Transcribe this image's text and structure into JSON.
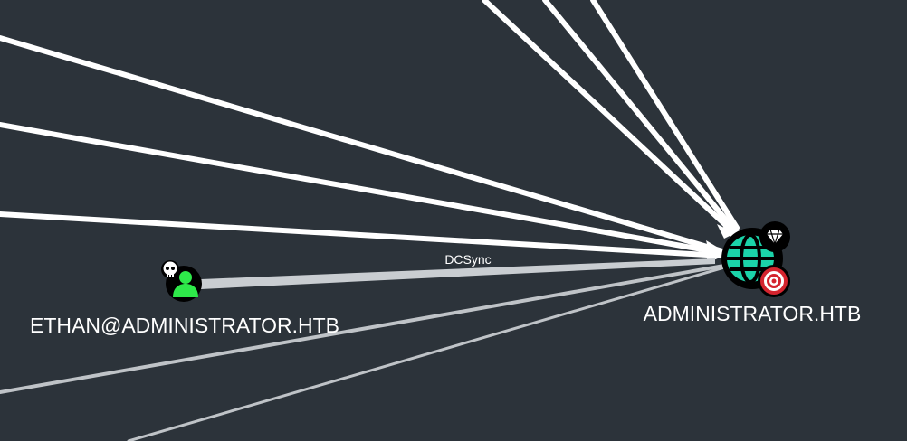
{
  "colors": {
    "background": "#2c333a",
    "edge_primary": "#ffffff",
    "edge_secondary": "#bfc3c7",
    "user_node": "#2ee94a",
    "domain_node": "#1bd3a9",
    "target_badge": "#d4242e",
    "owned_badge": "#ffffff"
  },
  "nodes": {
    "user": {
      "label": "ETHAN@ADMINISTRATOR.HTB",
      "icon": "user-icon",
      "badge": "skull-icon"
    },
    "domain": {
      "label": "ADMINISTRATOR.HTB",
      "icon": "globe-icon",
      "badges": [
        "diamond-icon",
        "target-icon"
      ]
    }
  },
  "edges": {
    "highlighted": {
      "label": "DCSync"
    }
  }
}
